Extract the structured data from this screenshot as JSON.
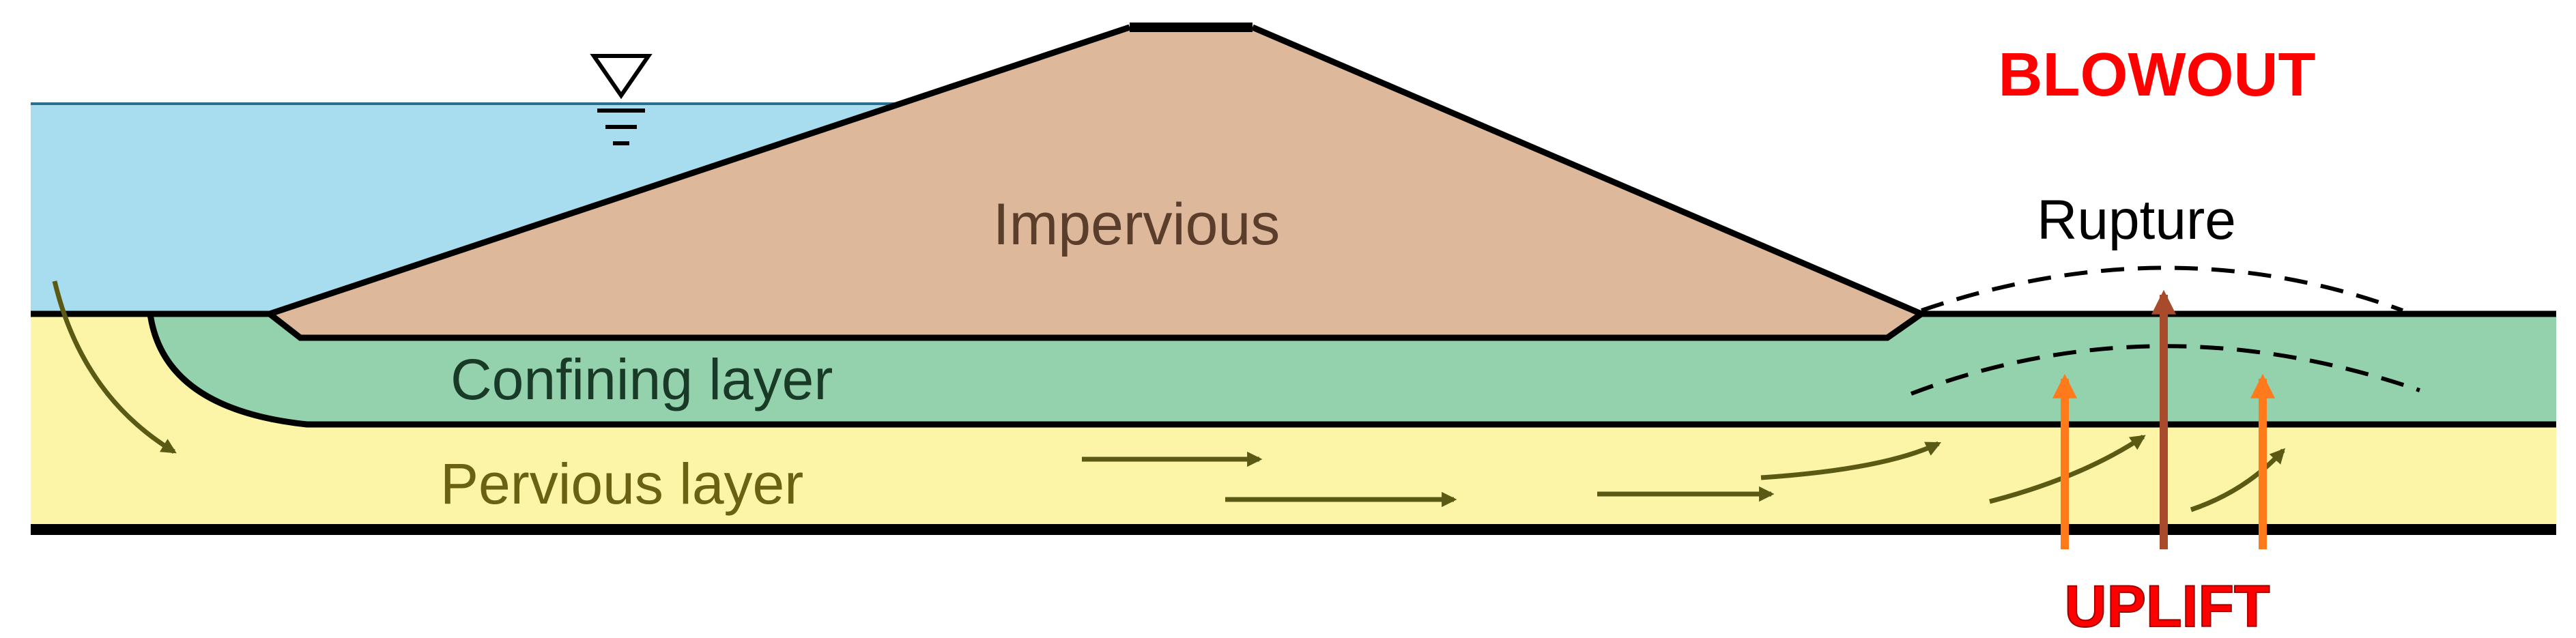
{
  "labels": {
    "blowout": "BLOWOUT",
    "rupture": "Rupture",
    "impervious": "Impervious",
    "confining_layer": "Confining layer",
    "pervious_layer": "Pervious layer",
    "uplift": "UPLIFT"
  },
  "colors": {
    "water": "#a8ddf0",
    "embankment": "#ddb89a",
    "confining": "#94d2ad",
    "pervious": "#fcf4a6",
    "flow_arrow": "#5a5a14",
    "rupture_arrow": "#a84a2c",
    "uplift_arrow": "#ff7a1a",
    "alert_text": "#ff0000",
    "outline": "#000000"
  },
  "icons": [
    "water-level-symbol"
  ]
}
